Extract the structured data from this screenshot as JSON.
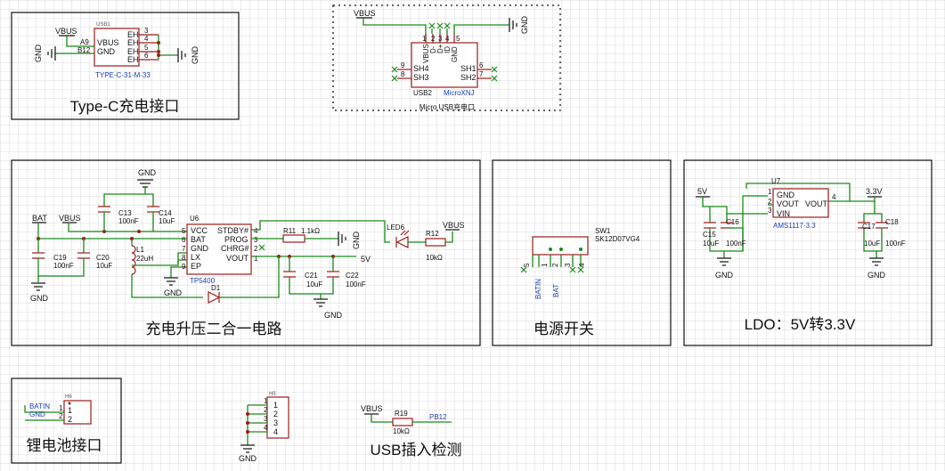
{
  "sections": {
    "typec": {
      "title": "Type-C充电接口"
    },
    "microusb": {
      "title": "Micro USB充电口"
    },
    "charger": {
      "title": "充电升压二合一电路"
    },
    "switch": {
      "title": "电源开关"
    },
    "ldo": {
      "title": "LDO：5V转3.3V"
    },
    "battery": {
      "title": "锂电池接口"
    },
    "usbdetect": {
      "title": "USB插入检测"
    }
  },
  "typec": {
    "designator": "USB1",
    "part": "TYPE-C-31-M-33",
    "pins_left": [
      {
        "num": "A9",
        "name": "VBUS"
      },
      {
        "num": "B12",
        "name": "GND"
      }
    ],
    "pins_right": [
      {
        "num": "3",
        "name": "EH"
      },
      {
        "num": "4",
        "name": "EH"
      },
      {
        "num": "5",
        "name": "EH"
      },
      {
        "num": "6",
        "name": "EH"
      }
    ],
    "net_vbus": "VBUS",
    "net_gnd_left": "GND",
    "net_gnd_right": "GND"
  },
  "microusb": {
    "designator": "USB2",
    "part": "MicroXNJ",
    "top_pins": [
      {
        "num": "1",
        "name": "VBUS"
      },
      {
        "num": "2",
        "name": "D-"
      },
      {
        "num": "3",
        "name": "D+"
      },
      {
        "num": "4",
        "name": "ID"
      },
      {
        "num": "5",
        "name": "GND"
      }
    ],
    "left_pins": [
      {
        "num": "9",
        "name": "SH4"
      },
      {
        "num": "8",
        "name": "SH3"
      }
    ],
    "right_pins": [
      {
        "num": "6",
        "name": "SH1"
      },
      {
        "num": "7",
        "name": "SH2"
      }
    ],
    "net_vbus": "VBUS",
    "net_gnd": "GND"
  },
  "charger": {
    "ic": {
      "designator": "U6",
      "part": "TP5400",
      "left_pins": [
        {
          "num": "5",
          "name": "VCC"
        },
        {
          "num": "6",
          "name": "BAT"
        },
        {
          "num": "7",
          "name": "GND"
        },
        {
          "num": "8",
          "name": "LX"
        },
        {
          "num": "9",
          "name": "EP"
        }
      ],
      "right_pins": [
        {
          "num": "4",
          "name": "STDBY#"
        },
        {
          "num": "3",
          "name": "PROG"
        },
        {
          "num": "2",
          "name": "CHRG#"
        },
        {
          "num": "1",
          "name": "VOUT"
        }
      ]
    },
    "nets": {
      "bat": "BAT",
      "vbus1": "VBUS",
      "gnd_top": "GND",
      "gnd_left": "GND",
      "gnd_ic": "GND",
      "gnd_bottom": "GND",
      "gnd_prog": "GND",
      "vbus2": "VBUS",
      "out": "5V"
    },
    "c13": {
      "ref": "C13",
      "val": "100nF"
    },
    "c14": {
      "ref": "C14",
      "val": "10uF"
    },
    "c19": {
      "ref": "C19",
      "val": "100nF"
    },
    "c20": {
      "ref": "C20",
      "val": "10uF"
    },
    "l1": {
      "ref": "L1",
      "val": "22uH"
    },
    "r11": {
      "ref": "R11",
      "val": "1.1kΩ"
    },
    "led6": {
      "ref": "LED6"
    },
    "r12": {
      "ref": "R12",
      "val": "10kΩ"
    },
    "d1": {
      "ref": "D1"
    },
    "c21": {
      "ref": "C21",
      "val": "10uF"
    },
    "c22": {
      "ref": "C22",
      "val": "100nF"
    }
  },
  "switch": {
    "designator": "SW1",
    "part": "SK12D07VG4",
    "pins": [
      "5",
      "1",
      "2",
      "3",
      "4"
    ],
    "net_batin": "BATIN",
    "net_bat": "BAT"
  },
  "ldo": {
    "ic": {
      "designator": "U7",
      "part": "AMS1117-3.3",
      "pins": [
        {
          "num": "1",
          "name": "GND"
        },
        {
          "num": "2",
          "name": "VOUT"
        },
        {
          "num": "3",
          "name": "VIN"
        }
      ],
      "right_pin": {
        "num": "4",
        "name": "VOUT"
      }
    },
    "nets": {
      "in": "5V",
      "out": "3.3V",
      "gnd_left": "GND",
      "gnd_right": "GND"
    },
    "c15": {
      "ref": "C15",
      "val": "10uF"
    },
    "c16": {
      "ref": "C16",
      "val": "100nF"
    },
    "c17": {
      "ref": "C17",
      "val": "10uF"
    },
    "c18": {
      "ref": "C18",
      "val": "100nF"
    }
  },
  "battery": {
    "designator": "H6",
    "pins": [
      {
        "num": "1",
        "net": "BATIN"
      },
      {
        "num": "2",
        "net": "GND"
      }
    ]
  },
  "header4": {
    "designator": "H5",
    "pins": [
      "1",
      "2",
      "3",
      "4"
    ],
    "net_gnd": "GND"
  },
  "usbdetect": {
    "net_vbus": "VBUS",
    "r19": {
      "ref": "R19",
      "val": "10kΩ"
    },
    "net_out": "PB12"
  }
}
